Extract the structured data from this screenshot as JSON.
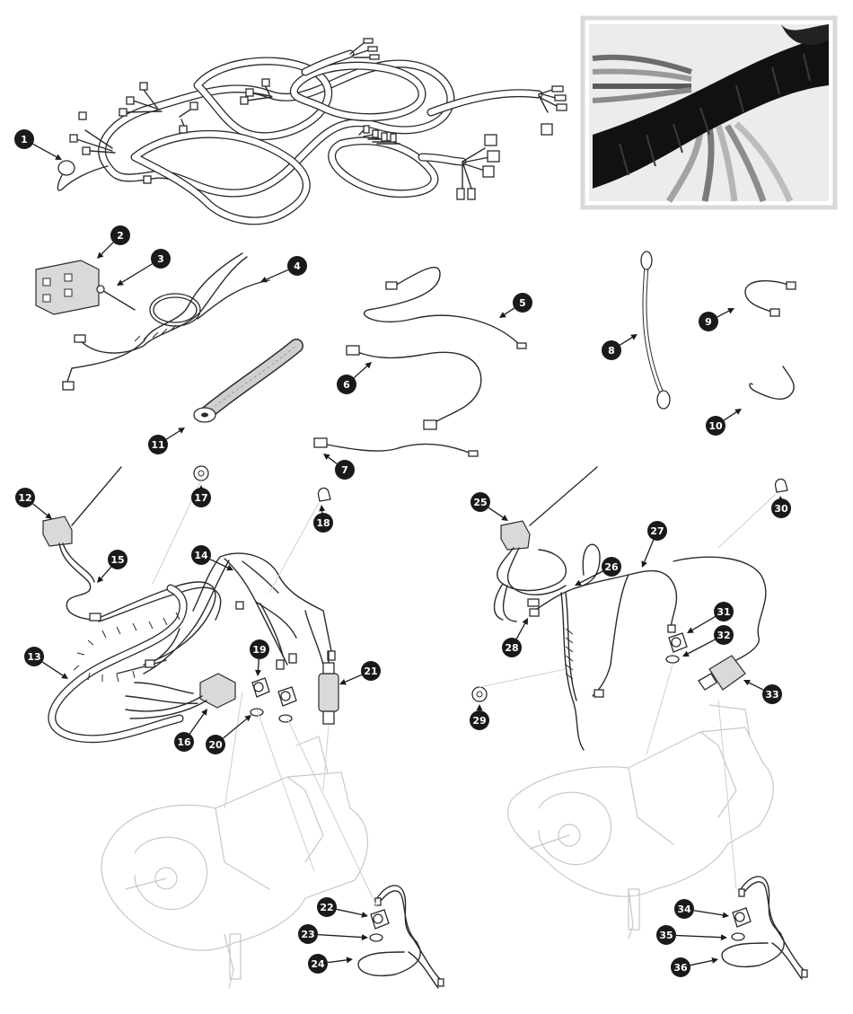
{
  "diagram": {
    "callouts": [
      {
        "number": "1"
      },
      {
        "number": "2"
      },
      {
        "number": "3"
      },
      {
        "number": "4"
      },
      {
        "number": "5"
      },
      {
        "number": "6"
      },
      {
        "number": "7"
      },
      {
        "number": "8"
      },
      {
        "number": "9"
      },
      {
        "number": "10"
      },
      {
        "number": "11"
      },
      {
        "number": "12"
      },
      {
        "number": "13"
      },
      {
        "number": "14"
      },
      {
        "number": "15"
      },
      {
        "number": "16"
      },
      {
        "number": "17"
      },
      {
        "number": "18"
      },
      {
        "number": "19"
      },
      {
        "number": "20"
      },
      {
        "number": "21"
      },
      {
        "number": "22"
      },
      {
        "number": "23"
      },
      {
        "number": "24"
      },
      {
        "number": "25"
      },
      {
        "number": "26"
      },
      {
        "number": "27"
      },
      {
        "number": "28"
      },
      {
        "number": "29"
      },
      {
        "number": "30"
      },
      {
        "number": "31"
      },
      {
        "number": "32"
      },
      {
        "number": "33"
      },
      {
        "number": "34"
      },
      {
        "number": "35"
      },
      {
        "number": "36"
      }
    ],
    "colors": {
      "callout_fill": "#1a1a1a",
      "callout_text": "#ffffff",
      "line_art": "#2b2b2b",
      "ghost_outline": "#c8c8c8",
      "inset_border": "#d9d9d9",
      "tape": "#111111"
    }
  }
}
